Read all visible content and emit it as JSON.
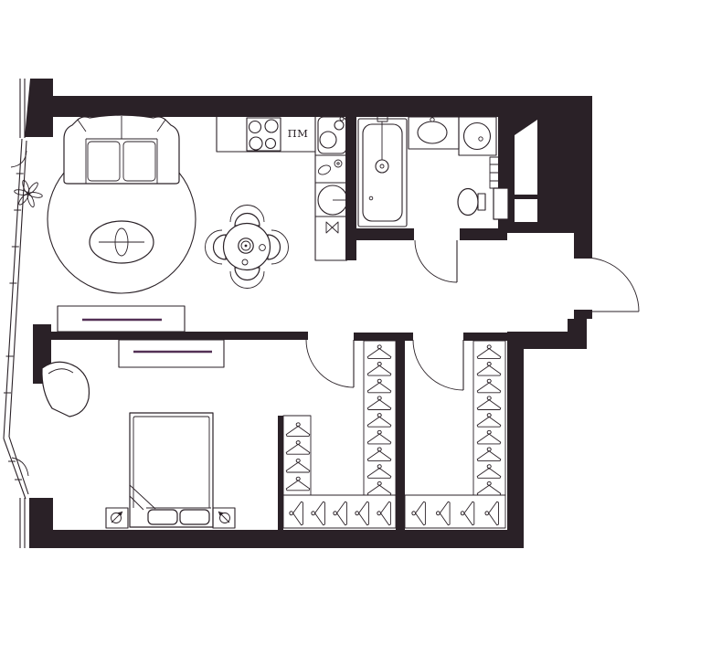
{
  "colors": {
    "background": "#ffffff",
    "ink": "#2a2127",
    "wall": "#2a2127",
    "accent": "#533055"
  },
  "labels": {
    "dishwasher": "ПМ"
  },
  "kitchen": {
    "stove_burners": 4,
    "cells": [
      "counter",
      "hob",
      "dishwasher",
      "corner-sink",
      "shelf-items",
      "washing-machine",
      "cross-cell"
    ]
  },
  "dining": {
    "table_shape": "round",
    "chairs": 4
  },
  "living": {
    "furniture": [
      "sofa",
      "round-rug",
      "coffee-table",
      "plant",
      "tv-console"
    ]
  },
  "bedroom": {
    "furniture": [
      "armchair",
      "double-bed",
      "nightstand-left",
      "nightstand-right",
      "tv-console"
    ],
    "pillows": 2
  },
  "bathroom": {
    "fixtures": [
      "bathtub",
      "shower-mixer",
      "sink",
      "washing-machine",
      "cabinet",
      "toilet"
    ]
  },
  "wardrobes": {
    "bedroom": {
      "right_rail_hangers": 9,
      "left_rail_hangers": 4,
      "bottom_rail_hangers": 5
    },
    "hall_closet": {
      "rail_hangers": 9,
      "bottom_rail_hangers": 4
    }
  },
  "doors": {
    "bedroom": 1,
    "closet": 1,
    "bathroom": 1,
    "entry": 1
  },
  "windows": {
    "bay_casement_arcs": 2
  }
}
